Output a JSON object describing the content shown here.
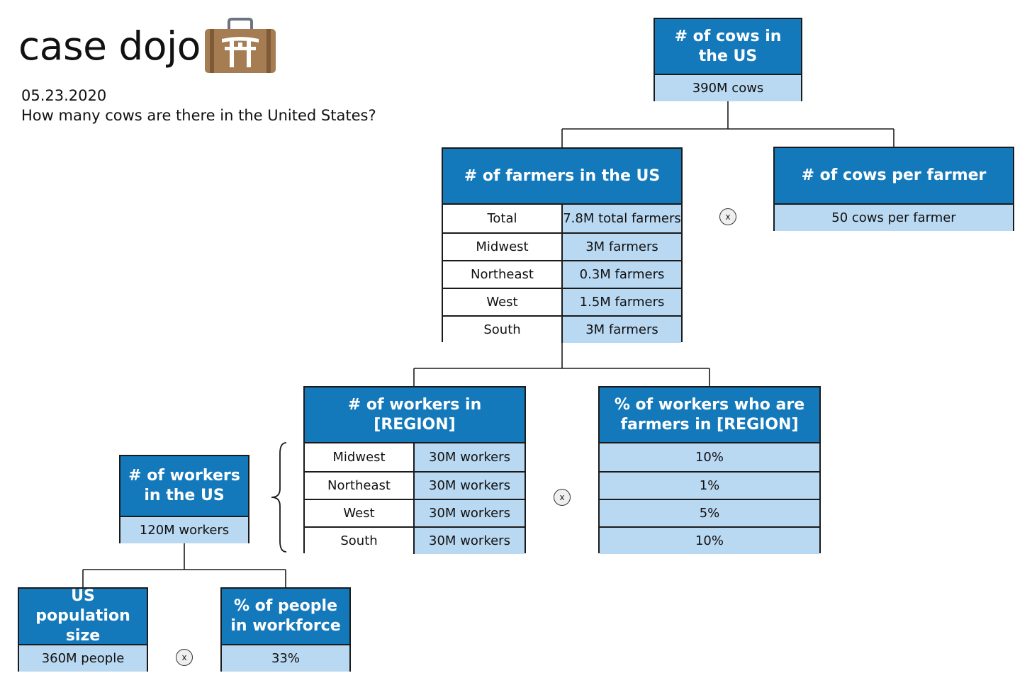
{
  "header": {
    "brand": "case dojo",
    "date": "05.23.2020",
    "question": "How many cows are there in the United States?"
  },
  "colors": {
    "header_blue": "#1479bb",
    "value_blue": "#b9d8f1"
  },
  "multiply_symbol": "x",
  "nodes": {
    "cows_us": {
      "title": "# of cows in the US",
      "value": "390M cows"
    },
    "farmers_us": {
      "title": "# of farmers in the US",
      "rows": [
        {
          "label": "Total",
          "value": "7.8M total farmers"
        },
        {
          "label": "Midwest",
          "value": "3M farmers"
        },
        {
          "label": "Northeast",
          "value": "0.3M farmers"
        },
        {
          "label": "West",
          "value": "1.5M farmers"
        },
        {
          "label": "South",
          "value": "3M farmers"
        }
      ]
    },
    "cows_per_farmer": {
      "title": "# of cows per farmer",
      "value": "50 cows per farmer"
    },
    "workers_region": {
      "title": "# of workers in [REGION]",
      "rows": [
        {
          "label": "Midwest",
          "value": "30M workers"
        },
        {
          "label": "Northeast",
          "value": "30M workers"
        },
        {
          "label": "West",
          "value": "30M workers"
        },
        {
          "label": "South",
          "value": "30M workers"
        }
      ]
    },
    "pct_farmers": {
      "title": "% of workers who are farmers in [REGION]",
      "values": [
        "10%",
        "1%",
        "5%",
        "10%"
      ]
    },
    "workers_us": {
      "title": "# of workers in the US",
      "value": "120M workers"
    },
    "population": {
      "title": "US population size",
      "value": "360M people"
    },
    "pct_workforce": {
      "title": "% of people in workforce",
      "value": "33%"
    }
  }
}
